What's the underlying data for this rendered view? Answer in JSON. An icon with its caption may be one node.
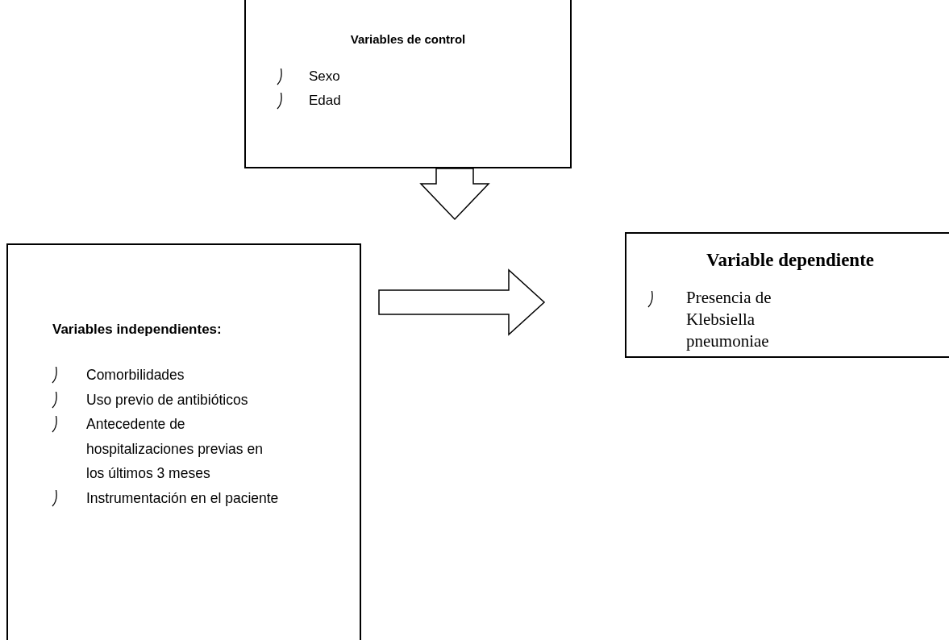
{
  "diagram": {
    "nodes": [
      {
        "text": [
          "Variables de control",
          "Sexo",
          "Edad"
        ]
      },
      {
        "text": [
          "Variables independientes:",
          "Comorbilidades",
          "Uso previo de antibióticos",
          "Antecedente de hospitalizaciones previas en los últimos 3 meses",
          "Instrumentación en el paciente"
        ]
      },
      {
        "text": [
          "Variable dependiente",
          "Presencia de Klebsiella pneumoniae"
        ]
      }
    ],
    "edges": [
      {
        "from": 0,
        "to": null,
        "arrow": "to"
      },
      {
        "from": 1,
        "to": 2,
        "arrow": "to"
      }
    ]
  }
}
